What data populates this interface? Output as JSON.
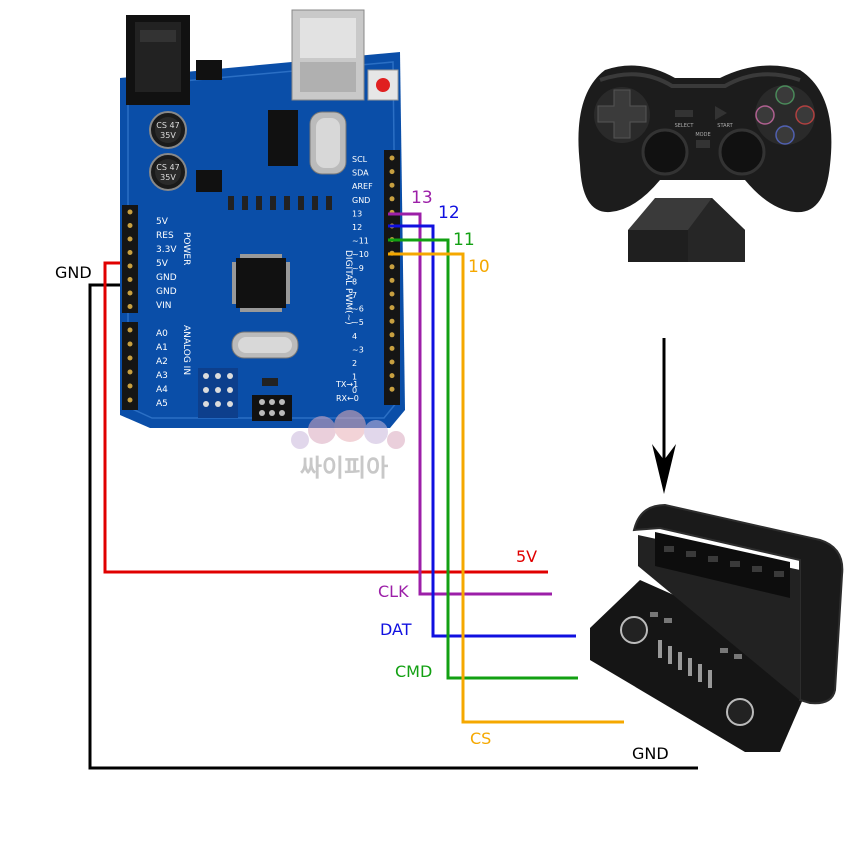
{
  "colors": {
    "gnd": "#000000",
    "v5": "#e00000",
    "clk": "#9c1fa8",
    "dat": "#1010e0",
    "cmd": "#12a012",
    "cs": "#f5a800",
    "board": "#0a4ea8"
  },
  "pins": {
    "p13": "13",
    "p12": "12",
    "p11": "11",
    "p10": "10"
  },
  "labels": {
    "gnd_left": "GND",
    "gnd_right": "GND",
    "v5": "5V",
    "clk": "CLK",
    "dat": "DAT",
    "cmd": "CMD",
    "cs": "CS"
  },
  "watermark": "싸이피아",
  "board": {
    "power_pins": [
      "5V",
      "RES",
      "3.3V",
      "5V",
      "GND",
      "GND",
      "VIN"
    ],
    "analog_pins": [
      "A0",
      "A1",
      "A2",
      "A3",
      "A4",
      "A5"
    ],
    "power_label": "POWER",
    "analog_label": "ANALOG IN",
    "digital_label": "DIGITAL PWM(~)",
    "tx_label": "TX→1",
    "rx_label": "RX←0",
    "cap_label": "CS 47 35V",
    "digital_pins": [
      "SCL",
      "SDA",
      "AREF",
      "GND",
      "13",
      "12",
      "~11",
      "~10",
      "~9",
      "8",
      "7",
      "~6",
      "~5",
      "4",
      "~3",
      "2",
      "1",
      "0"
    ]
  },
  "controller": {
    "select_label": "SELECT",
    "mode_label": "MODE",
    "start_label": "START"
  }
}
